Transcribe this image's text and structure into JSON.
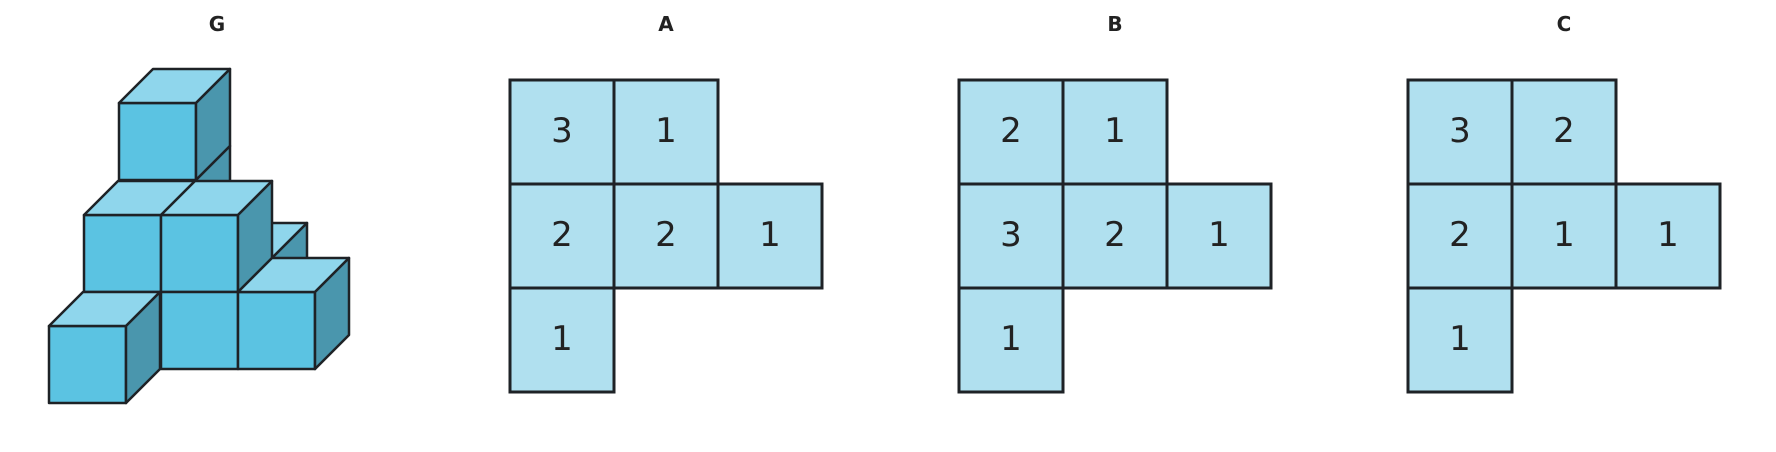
{
  "panels": {
    "G": {
      "title": "G"
    },
    "A": {
      "title": "A",
      "rows": [
        [
          "3",
          "1",
          ""
        ],
        [
          "2",
          "2",
          "1"
        ],
        [
          "1",
          "",
          ""
        ]
      ]
    },
    "B": {
      "title": "B",
      "rows": [
        [
          "2",
          "1",
          ""
        ],
        [
          "3",
          "2",
          "1"
        ],
        [
          "1",
          "",
          ""
        ]
      ]
    },
    "C": {
      "title": "C",
      "rows": [
        [
          "3",
          "2",
          ""
        ],
        [
          "2",
          "1",
          "1"
        ],
        [
          "1",
          "",
          ""
        ]
      ]
    }
  },
  "colors": {
    "cell_fill": "#b0e0ef",
    "cube_top": "#8fd6ec",
    "cube_front": "#5bc3e2",
    "cube_side": "#4a96ad",
    "outline": "#1e2226"
  }
}
